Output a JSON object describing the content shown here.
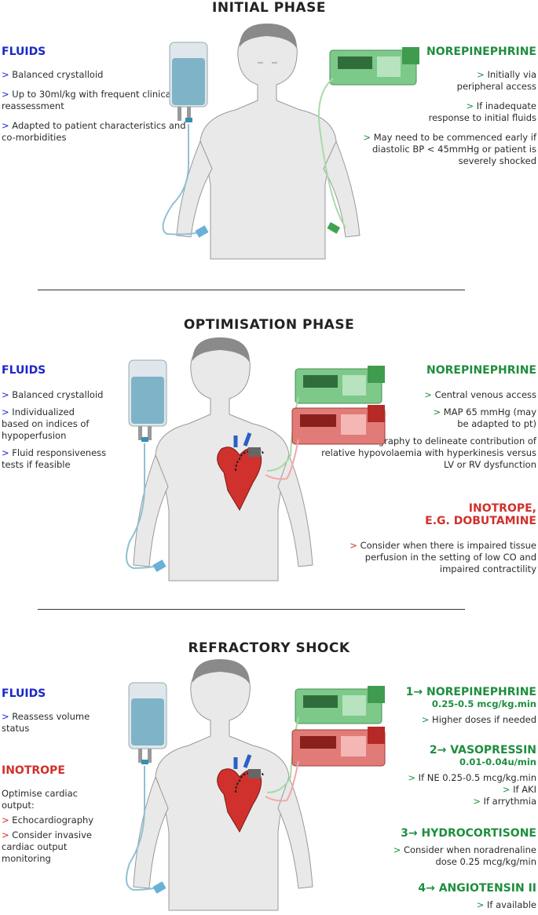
{
  "colors": {
    "fluids_blue": "#1b28c8",
    "vaso_green": "#1e8e3e",
    "inotrope_red": "#d0312d",
    "bag_fluid": "#7fb3c8",
    "skin": "#e9e9e9",
    "pump_green": "#7dc98a",
    "pump_red": "#e07b78"
  },
  "icons": [
    "iv-bag-icon",
    "infusion-pump-icon",
    "patient-torso-icon",
    "heart-icon",
    "catheter-icon"
  ],
  "phases": [
    {
      "title": "INITIAL PHASE",
      "fluids": {
        "heading": "FLUIDS",
        "items": [
          "Balanced crystalloid",
          "Up to 30ml/kg with frequent clinical reassessment",
          "Adapted to patient characteristics and co-morbidities"
        ]
      },
      "norepinephrine": {
        "heading": "NOREPINEPHRINE",
        "items": [
          "Initially via peripheral access",
          "If inadequate response to initial fluids",
          "May need to be commenced early if diastolic BP < 45mmHg or patient is severely shocked"
        ]
      }
    },
    {
      "title": "OPTIMISATION PHASE",
      "fluids": {
        "heading": "FLUIDS",
        "items": [
          "Balanced crystalloid",
          "Individualized based on indices of hypoperfusion",
          "Fluid responsiveness tests if feasible"
        ]
      },
      "norepinephrine": {
        "heading": "NOREPINEPHRINE",
        "items": [
          "Central venous access",
          "MAP 65 mmHg (may be adapted to pt)",
          "Echocardiography to delineate contribution of relative hypovolaemia with hyperkinesis versus LV or RV dysfunction"
        ]
      },
      "inotrope": {
        "heading_line1": "INOTROPE,",
        "heading_line2": "E.G. DOBUTAMINE",
        "items": [
          "Consider when there is impaired tissue perfusion in the setting of low CO and impaired contractility"
        ]
      }
    },
    {
      "title": "REFRACTORY SHOCK",
      "fluids": {
        "heading": "FLUIDS",
        "items": [
          "Reassess volume status"
        ]
      },
      "inotrope": {
        "heading": "INOTROPE",
        "intro": "Optimise cardiac output:",
        "items": [
          "Echocardiography",
          "Consider invasive cardiac output monitoring"
        ]
      },
      "steps": [
        {
          "num": "1",
          "name": "NOREPINEPHRINE",
          "dose": "0.25-0.5 mcg/kg.min",
          "items": [
            "Higher doses if needed"
          ]
        },
        {
          "num": "2",
          "name": "VASOPRESSIN",
          "dose": "0.01-0.04u/min",
          "items": [
            "If NE 0.25-0.5 mcg/kg.min",
            "If AKI",
            "If arrythmia"
          ]
        },
        {
          "num": "3",
          "name": "HYDROCORTISONE",
          "dose": "",
          "items": [
            "Consider when noradrenaline dose 0.25 mcg/kg/min"
          ]
        },
        {
          "num": "4",
          "name": "ANGIOTENSIN II",
          "dose": "",
          "items": [
            "If available"
          ]
        }
      ]
    }
  ],
  "bullet": ">",
  "arrow": "→"
}
